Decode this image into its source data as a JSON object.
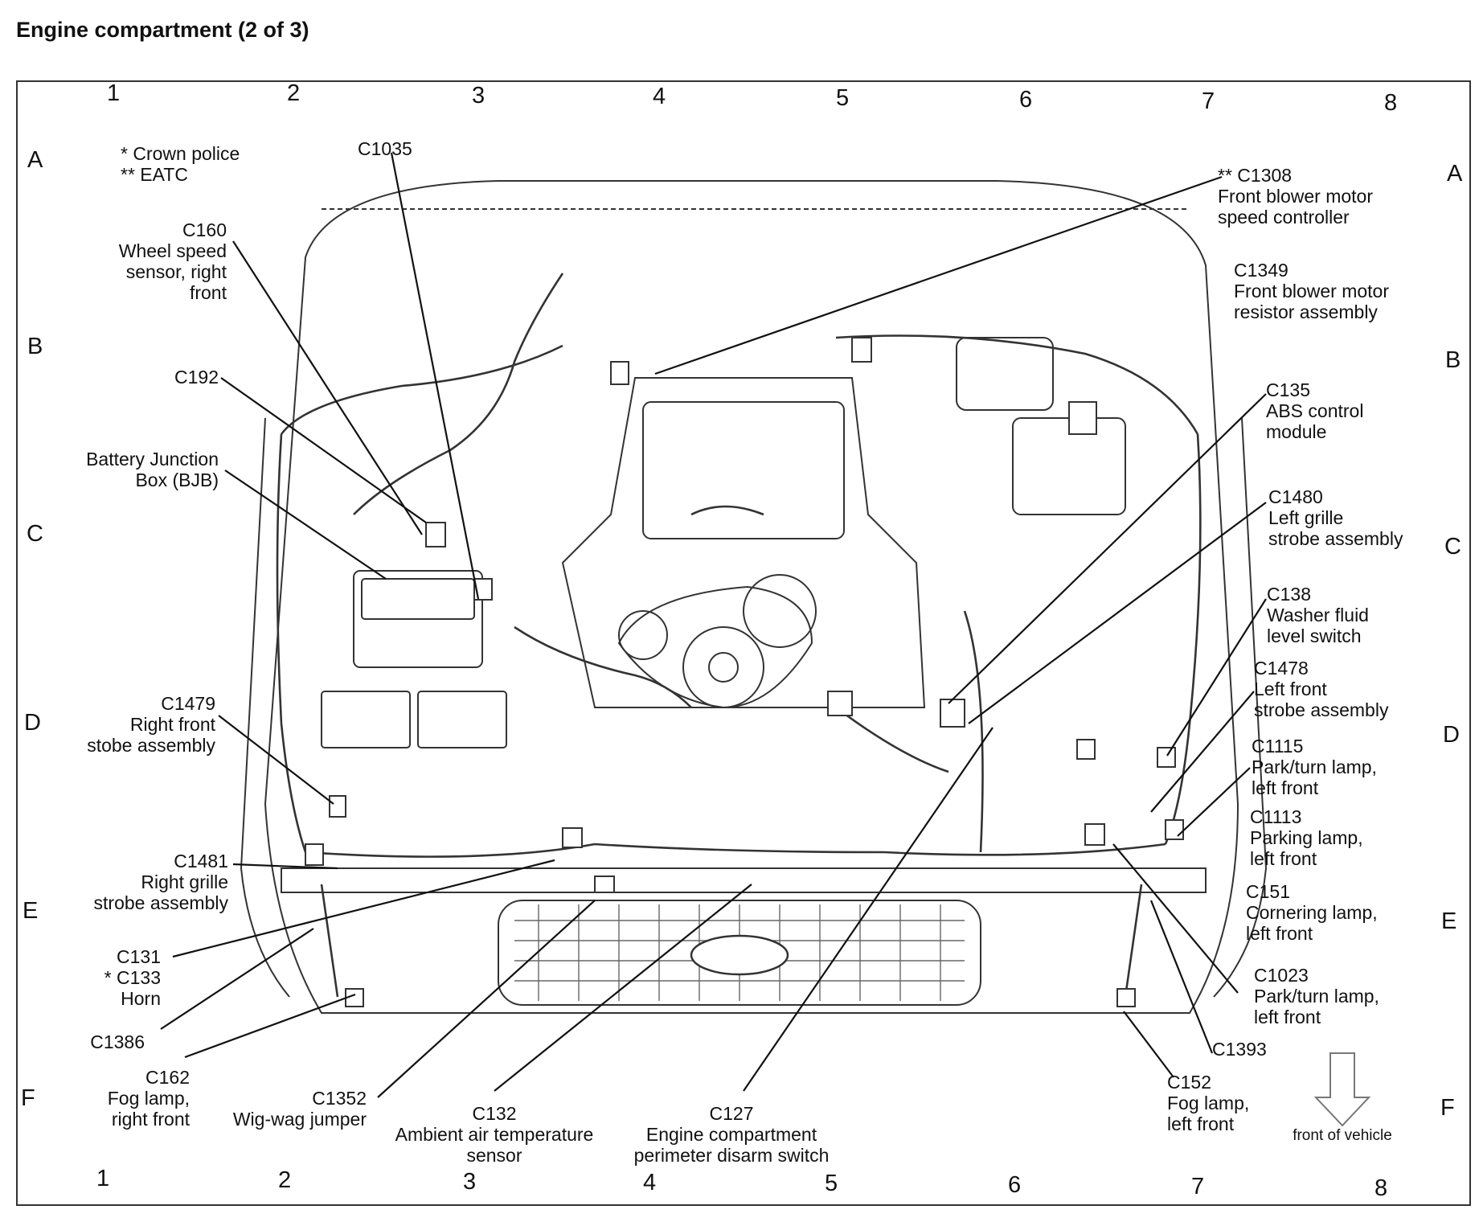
{
  "title": "Engine compartment (2 of 3)",
  "grid": {
    "columns": [
      "1",
      "2",
      "3",
      "4",
      "5",
      "6",
      "7",
      "8"
    ],
    "rows": [
      "A",
      "B",
      "C",
      "D",
      "E",
      "F"
    ]
  },
  "notes": [
    "* Crown police",
    "** EATC"
  ],
  "footer": {
    "front_of_vehicle": "front of vehicle"
  },
  "labels": {
    "c1035": [
      "C1035"
    ],
    "c160": [
      "C160",
      "Wheel speed",
      "sensor, right",
      "front"
    ],
    "c192": [
      "C192"
    ],
    "bjb": [
      "Battery Junction",
      "Box (BJB)"
    ],
    "c1479": [
      "C1479",
      "Right front",
      "stobe assembly"
    ],
    "c1481": [
      "C1481",
      "Right grille",
      "strobe assembly"
    ],
    "c131": [
      "C131",
      "* C133",
      "Horn"
    ],
    "c1386": [
      "C1386"
    ],
    "c162": [
      "C162",
      "Fog lamp,",
      "right front"
    ],
    "c1352": [
      "C1352",
      "Wig-wag jumper"
    ],
    "c132": [
      "C132",
      "Ambient air temperature",
      "sensor"
    ],
    "c127": [
      "C127",
      "Engine compartment",
      "perimeter disarm switch"
    ],
    "c1308": [
      "** C1308",
      "Front blower motor",
      "speed controller"
    ],
    "c1349": [
      "C1349",
      "Front blower motor",
      "resistor assembly"
    ],
    "c135": [
      "C135",
      "ABS control",
      "module"
    ],
    "c1480": [
      "C1480",
      "Left grille",
      "strobe assembly"
    ],
    "c138": [
      "C138",
      "Washer fluid",
      "level switch"
    ],
    "c1478": [
      "C1478",
      "Left front",
      "strobe assembly"
    ],
    "c1115": [
      "C1115",
      "Park/turn lamp,",
      "left front"
    ],
    "c1113": [
      "C1113",
      "Parking lamp,",
      "left front"
    ],
    "c151": [
      "C151",
      "Cornering lamp,",
      "left front"
    ],
    "c1023": [
      "C1023",
      "Park/turn lamp,",
      "left front"
    ],
    "c1393": [
      "C1393"
    ],
    "c152": [
      "C152",
      "Fog lamp,",
      "left front"
    ]
  }
}
